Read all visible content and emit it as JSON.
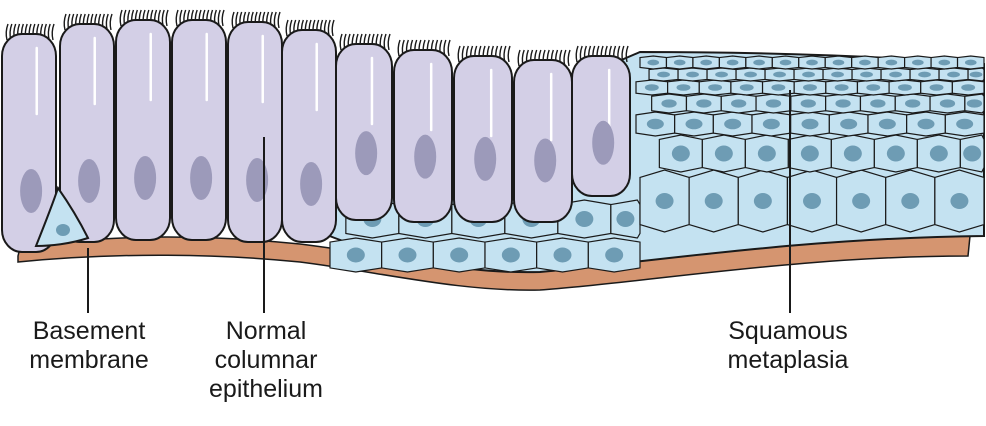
{
  "labels": {
    "basement": [
      "Basement",
      "membrane"
    ],
    "columnar": [
      "Normal",
      "columnar",
      "epithelium"
    ],
    "squamous": [
      "Squamous",
      "metaplasia"
    ]
  },
  "colors": {
    "columnar_cell": "#d3cfe6",
    "columnar_nucleus": "#9c9aba",
    "squamous_cell": "#c4e2f1",
    "squamous_nucleus": "#6e9cb4",
    "basement_membrane": "#d59570",
    "outline": "#1a1a1a"
  }
}
